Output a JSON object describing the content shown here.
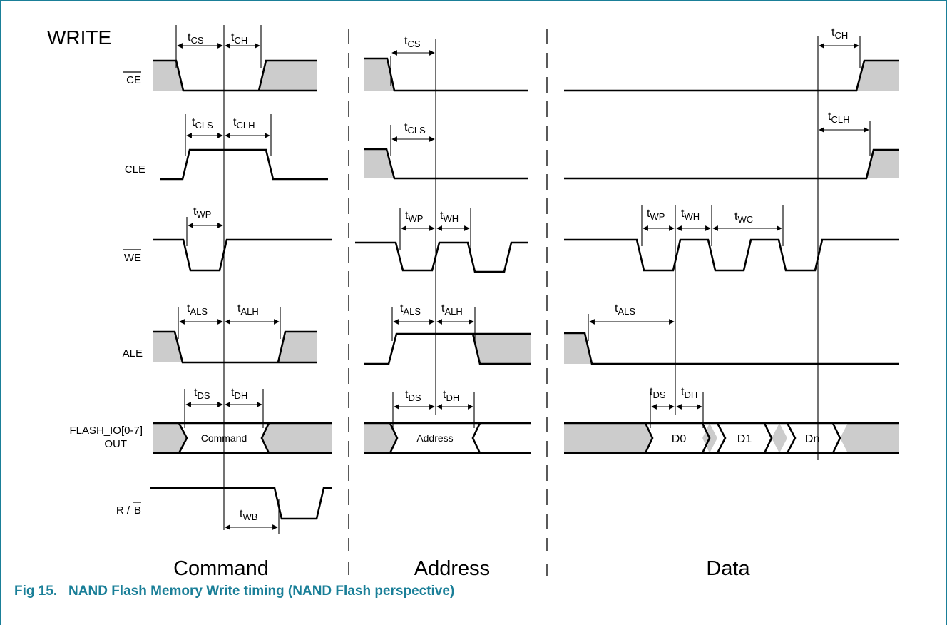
{
  "diagram": {
    "mode_label": "WRITE",
    "signals": {
      "ce": "CE",
      "cle": "CLE",
      "we": "WE",
      "ale": "ALE",
      "io_line1": "FLASH_IO[0-7]",
      "io_line2": "OUT",
      "rb_r": "R /",
      "rb_b": "B"
    },
    "bus_values": {
      "command": "Command",
      "address": "Address",
      "d0": "D0",
      "d1": "D1",
      "dn": "Dn"
    },
    "timings": {
      "cs": "CS",
      "ch": "CH",
      "cls": "CLS",
      "clh": "CLH",
      "wp": "WP",
      "wh": "WH",
      "wc": "WC",
      "als": "ALS",
      "alh": "ALH",
      "ds": "DS",
      "dh": "DH",
      "wb": "WB",
      "t": "t"
    },
    "phases": {
      "command": "Command",
      "address": "Address",
      "data": "Data"
    },
    "colors": {
      "shade": "#cccccc",
      "frame": "#1a7f98",
      "caption": "#1a7f98"
    }
  },
  "caption": {
    "fig_number": "Fig 15.",
    "title": "NAND Flash Memory Write timing (NAND Flash perspective)"
  }
}
